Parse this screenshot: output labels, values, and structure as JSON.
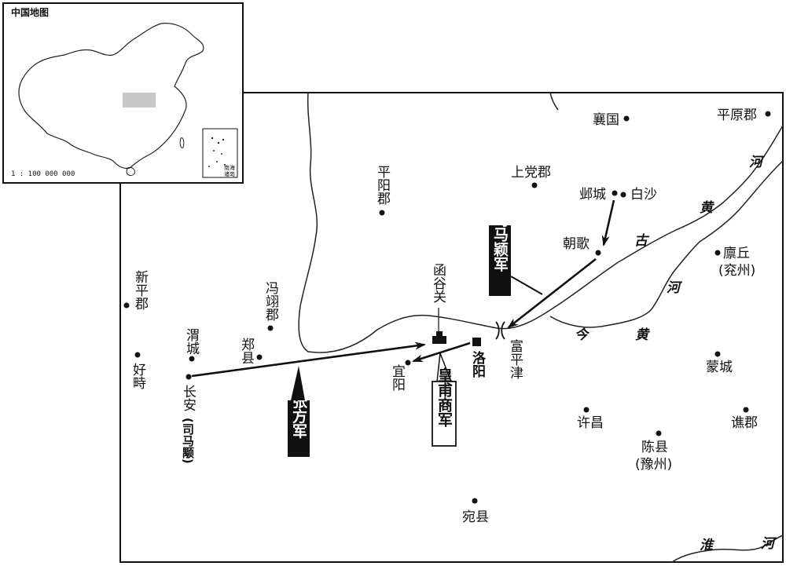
{
  "inset": {
    "title": "中国地图",
    "scale": "1 : 100 000 000",
    "south_sea_1": "南海",
    "south_sea_2": "诸岛"
  },
  "places": {
    "xiangguo": "襄国",
    "pingyuan": "平原郡",
    "shangdang": "上党郡",
    "yecheng": "邺城",
    "baisha": "白沙",
    "pingyang": "平阳郡",
    "zhaoge": "朝歌",
    "linqiu": "廪丘",
    "yanzhou": "(兖州)",
    "xinping": "新平郡",
    "fengyi": "冯翊郡",
    "hangu": "函谷关",
    "weicheng": "渭城",
    "zhengxian": "郑县",
    "haozhi": "好畤",
    "yiyang": "宜阳",
    "luoyang": "洛阳",
    "fupingjin": "富平津",
    "mengcheng": "蒙城",
    "changan": "长安",
    "simayong": "(司马颙)",
    "xuchang": "许昌",
    "qiaojun": "谯郡",
    "chenxian": "陈县",
    "yuzhou": "(豫州)",
    "wanxian": "宛县"
  },
  "rivers": {
    "he1": "河",
    "huang1": "黄",
    "gu": "古",
    "he2": "河",
    "jin": "今",
    "huang2": "黄",
    "huai": "淮",
    "he3": "河"
  },
  "armies": {
    "simaying": "司马颖军",
    "zhangfang": "张方军",
    "huangfushang": "皇甫商军"
  },
  "colors": {
    "ink": "#111111",
    "inset_highlight": "#c8c8c8",
    "army_label_bg": "#111111",
    "army_label_text": "#ffffff"
  }
}
